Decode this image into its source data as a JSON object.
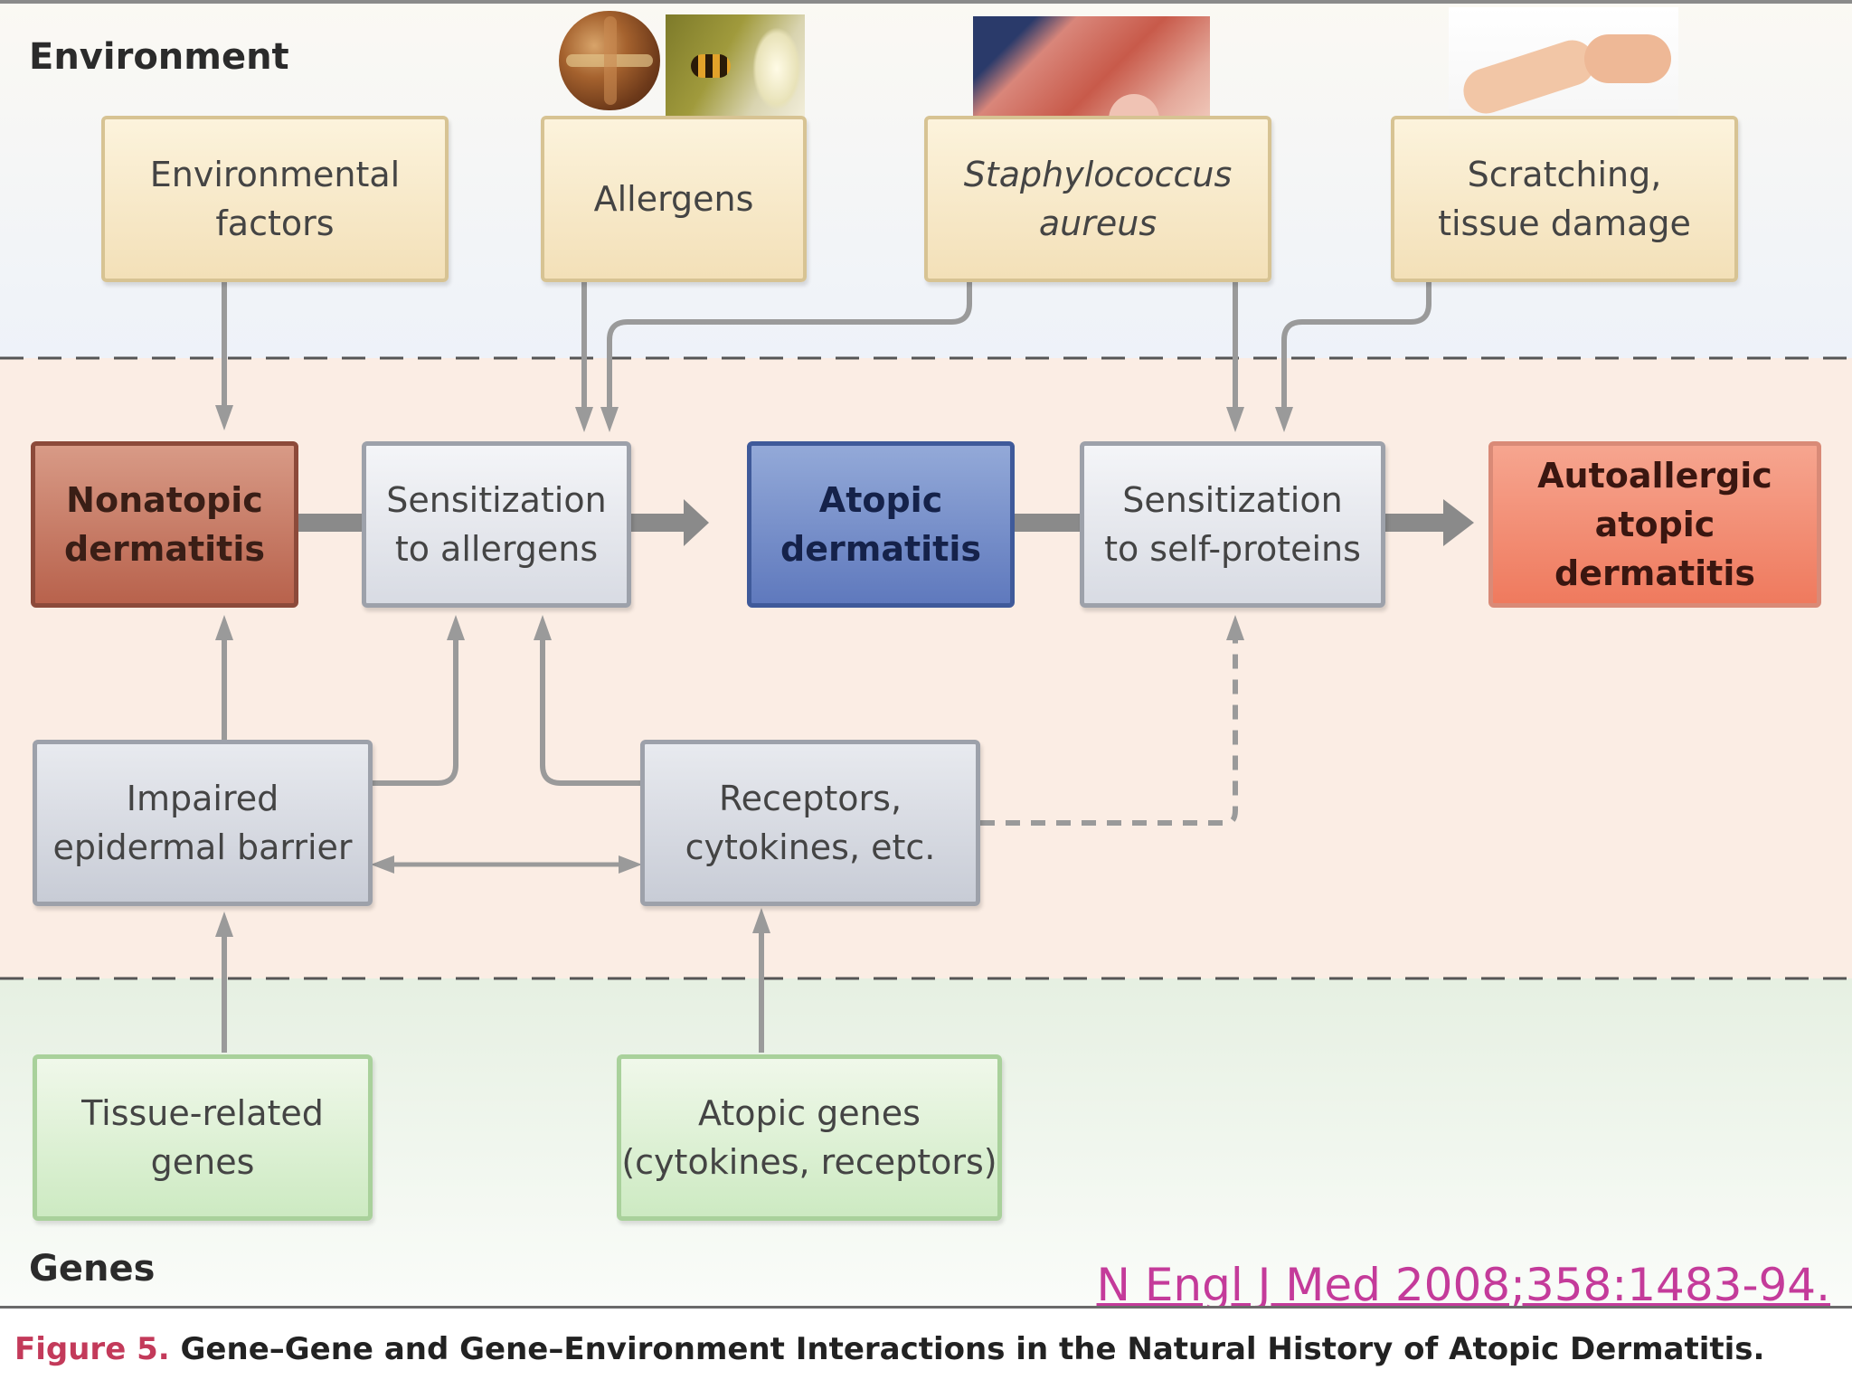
{
  "zones": {
    "environment_label": "Environment",
    "genes_label": "Genes"
  },
  "env_boxes": {
    "environmental_factors": [
      "Environmental",
      "factors"
    ],
    "allergens": [
      "Allergens"
    ],
    "staph": [
      "Staphylococcus",
      "aureus"
    ],
    "scratching": [
      "Scratching,",
      "tissue damage"
    ]
  },
  "middle_boxes": {
    "nonatopic": [
      "Nonatopic",
      "dermatitis"
    ],
    "sens_allergens": [
      "Sensitization",
      "to allergens"
    ],
    "atopic": [
      "Atopic",
      "dermatitis"
    ],
    "sens_self": [
      "Sensitization",
      "to self-proteins"
    ],
    "autoallergic": [
      "Autoallergic",
      "atopic dermatitis"
    ],
    "impaired_barrier": [
      "Impaired",
      "epidermal barrier"
    ],
    "receptors": [
      "Receptors,",
      "cytokines, etc."
    ]
  },
  "gene_boxes": {
    "tissue_genes": [
      "Tissue-related",
      "genes"
    ],
    "atopic_genes": [
      "Atopic genes",
      "(cytokines, receptors)"
    ]
  },
  "citation": "N Engl J Med 2008;358:1483-94.",
  "caption": {
    "figure_label": "Figure 5.",
    "text": "Gene–Gene and Gene–Environment Interactions in the Natural History of Atopic Dermatitis."
  },
  "colors": {
    "env_box": "#f3e0b8",
    "gray_box": "#d8dbe3",
    "nonatopic": "#b8624c",
    "atopic": "#5f79bd",
    "autoallergic": "#ef7a5e",
    "gene_box": "#cdeac2",
    "arrow": "#9a9a9a",
    "citation": "#c43b9a",
    "figure_label": "#c33a5a"
  },
  "photos": [
    "nuts-and-seeds-photo",
    "bee-and-pollen-photo",
    "infant-eczema-photo",
    "scratching-arm-photo"
  ]
}
